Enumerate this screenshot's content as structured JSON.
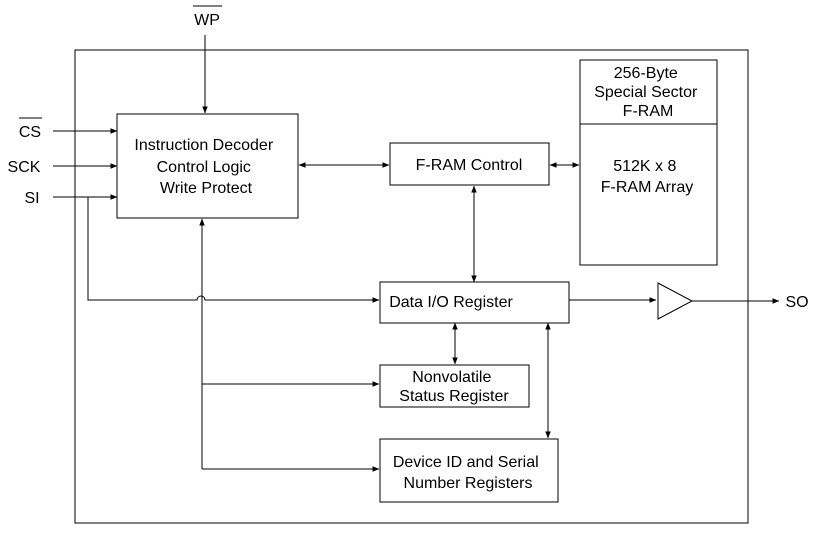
{
  "signals": {
    "wp": "WP",
    "cs": "CS",
    "sck": "SCK",
    "si": "SI",
    "so": "SO"
  },
  "blocks": {
    "instruction_decoder": [
      "Instruction Decoder",
      "Control Logic",
      "Write Protect"
    ],
    "fram_control": [
      "F-RAM Control"
    ],
    "special_sector": [
      "256-Byte",
      "Special Sector",
      "F-RAM"
    ],
    "fram_array": [
      "512K x 8",
      "F-RAM Array"
    ],
    "data_io_register": [
      "Data I/O Register"
    ],
    "status_register": [
      "Nonvolatile",
      "Status Register"
    ],
    "device_id_registers": [
      "Device ID and Serial",
      "Number Registers"
    ]
  }
}
